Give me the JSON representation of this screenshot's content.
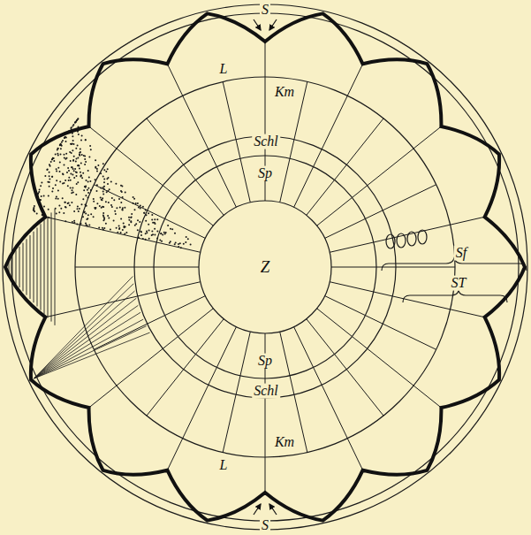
{
  "diagram": {
    "labels": [
      "S",
      "L",
      "Km",
      "Schl",
      "Sp",
      "Z",
      "Sf",
      "ST",
      "Sp",
      "Schl",
      "Km",
      "L",
      "S"
    ]
  }
}
